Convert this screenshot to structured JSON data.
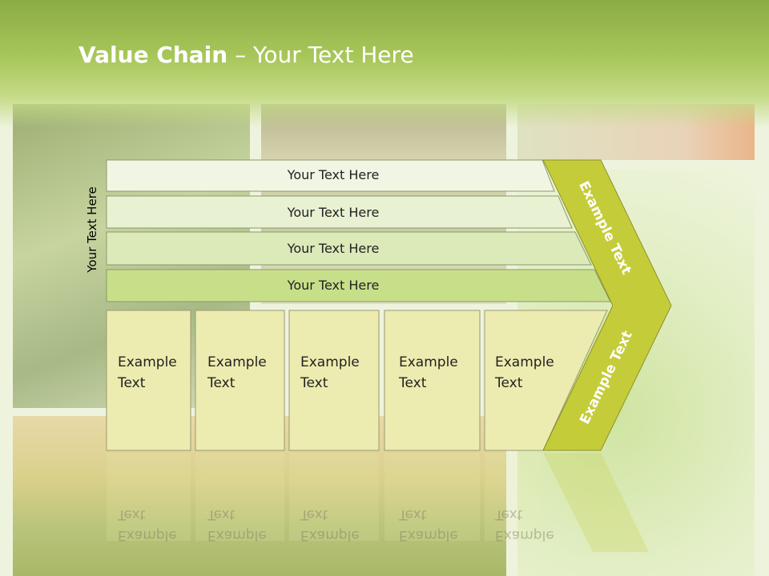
{
  "title": {
    "bold": "Value Chain",
    "rest": " – Your Text Here"
  },
  "side_label": "Your Text Here",
  "banners": [
    {
      "label": "Your Text Here"
    },
    {
      "label": "Your Text Here"
    },
    {
      "label": "Your Text Here"
    },
    {
      "label": "Your Text Here"
    }
  ],
  "boxes": [
    {
      "line1": "Example",
      "line2": "Text"
    },
    {
      "line1": "Example",
      "line2": "Text"
    },
    {
      "line1": "Example",
      "line2": "Text"
    },
    {
      "line1": "Example",
      "line2": "Text"
    },
    {
      "line1": "Example",
      "line2": "Text"
    }
  ],
  "chevron": {
    "upper": "Example Text",
    "lower": "Example Text"
  },
  "colors": {
    "header": "#a8c75a",
    "banner_1": "#f1f6e4",
    "banner_2": "#e8f1d2",
    "banner_3": "#dbeab8",
    "banner_4": "#c8df8a",
    "box": "#ececb0",
    "chevron": "#c5cc3a"
  }
}
